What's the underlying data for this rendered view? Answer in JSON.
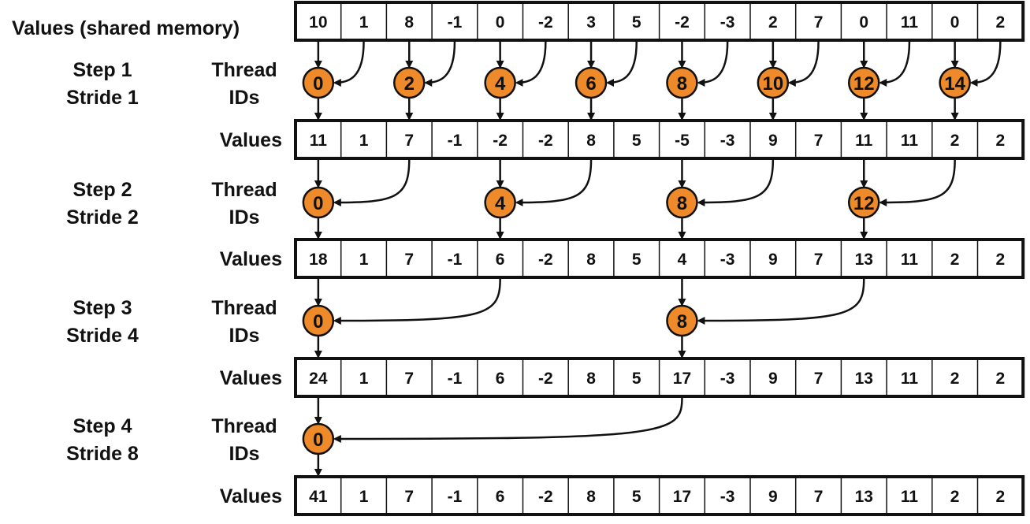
{
  "labels": {
    "first_row": "Values (shared memory)",
    "values": "Values",
    "thread_ids_line1": "Thread",
    "thread_ids_line2": "IDs"
  },
  "colors": {
    "thread_fill": "#ee8a2a",
    "stroke": "#111111"
  },
  "rows": [
    [
      10,
      1,
      8,
      -1,
      0,
      -2,
      3,
      5,
      -2,
      -3,
      2,
      7,
      0,
      11,
      0,
      2
    ],
    [
      11,
      1,
      7,
      -1,
      -2,
      -2,
      8,
      5,
      -5,
      -3,
      9,
      7,
      11,
      11,
      2,
      2
    ],
    [
      18,
      1,
      7,
      -1,
      6,
      -2,
      8,
      5,
      4,
      -3,
      9,
      7,
      13,
      11,
      2,
      2
    ],
    [
      24,
      1,
      7,
      -1,
      6,
      -2,
      8,
      5,
      17,
      -3,
      9,
      7,
      13,
      11,
      2,
      2
    ],
    [
      41,
      1,
      7,
      -1,
      6,
      -2,
      8,
      5,
      17,
      -3,
      9,
      7,
      13,
      11,
      2,
      2
    ]
  ],
  "steps": [
    {
      "step": "Step 1",
      "stride_label": "Stride 1",
      "stride": 1,
      "thread_ids": [
        0,
        2,
        4,
        6,
        8,
        10,
        12,
        14
      ]
    },
    {
      "step": "Step 2",
      "stride_label": "Stride 2",
      "stride": 2,
      "thread_ids": [
        0,
        4,
        8,
        12
      ]
    },
    {
      "step": "Step 3",
      "stride_label": "Stride 4",
      "stride": 4,
      "thread_ids": [
        0,
        8
      ]
    },
    {
      "step": "Step 4",
      "stride_label": "Stride 8",
      "stride": 8,
      "thread_ids": [
        0
      ]
    }
  ]
}
